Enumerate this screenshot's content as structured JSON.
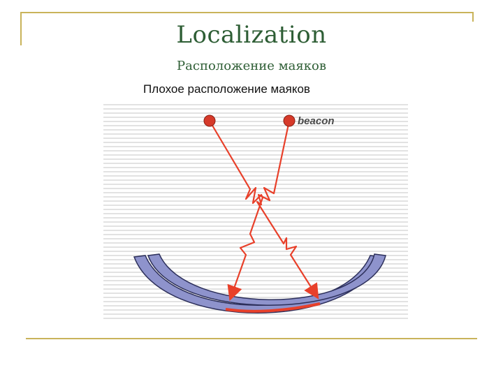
{
  "slide": {
    "title": "Localization",
    "subtitle": "Расположение маяков",
    "caption": "Плохое расположение маяков"
  },
  "figure": {
    "beacon_label": "beacon",
    "colors": {
      "beacon": "#d63a2a",
      "signal": "#e8402a",
      "receiver_band": "#8e93cc",
      "receiver_outline": "#2c2f5a",
      "stripes": "#e2e2e2",
      "frame": "#c9b35a",
      "title": "#2e5e35"
    }
  }
}
